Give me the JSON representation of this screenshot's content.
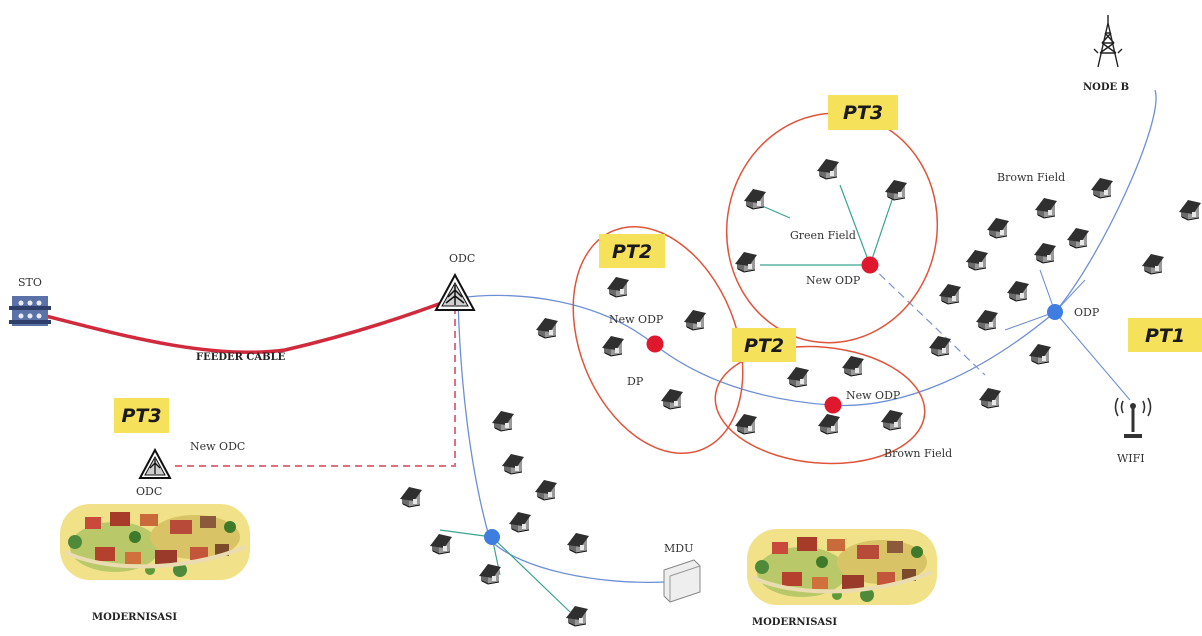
{
  "labels": {
    "sto": "STO",
    "odc_top": "ODC",
    "feeder_cable": "FEEDER CABLE",
    "pt3_left": "PT3",
    "new_odc": "New ODC",
    "odc_bottom": "ODC",
    "modernisasi_left": "MODERNISASI",
    "modernisasi_right": "MODERNISASI",
    "mdu": "MDU",
    "pt2_left": "PT2",
    "new_odp_left": "New ODP",
    "dp": "DP",
    "pt3_top": "PT3",
    "green_field": "Green Field",
    "new_odp_top": "New ODP",
    "pt2_mid": "PT2",
    "new_odp_mid": "New ODP",
    "brown_field_bottom": "Brown Field",
    "brown_field_top": "Brown Field",
    "odp": "ODP",
    "pt1": "PT1",
    "node_b": "NODE B",
    "wifi": "WIFI"
  },
  "colors": {
    "feeder": "#d12a3c",
    "blue_line": "#6e8fd6",
    "ellipse": "#e0553a",
    "pt_badge": "#f6e15a",
    "new_odp_dot": "#e0182d",
    "odp_dot": "#3f7de0",
    "drop_line": "#3aa58f"
  }
}
